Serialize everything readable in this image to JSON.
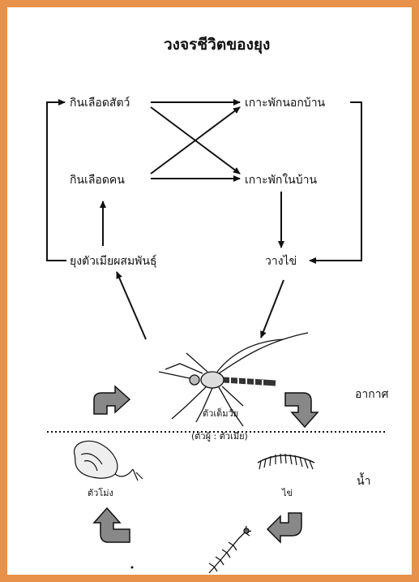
{
  "title": "วงจรชีวิตของยุง",
  "nodes": {
    "feed_animal": "กินเลือดสัตว์",
    "feed_human": "กินเลือดคน",
    "mating": "ยุงตัวเมียผสมพันธุ์",
    "rest_outside": "เกาะพักนอกบ้าน",
    "rest_inside": "เกาะพักในบ้าน",
    "lay_eggs": "วางไข่"
  },
  "stages": {
    "adult": "ตัวเต็มวัย",
    "adult_sex": "(ตัวผู้ : ตัวเมีย)",
    "pupa": "ตัวโม่ง",
    "eggs": "ไข่"
  },
  "environment": {
    "air": "อากาศ",
    "water": "น้ำ"
  },
  "colors": {
    "border": "#e8914a",
    "ink": "#111111"
  }
}
